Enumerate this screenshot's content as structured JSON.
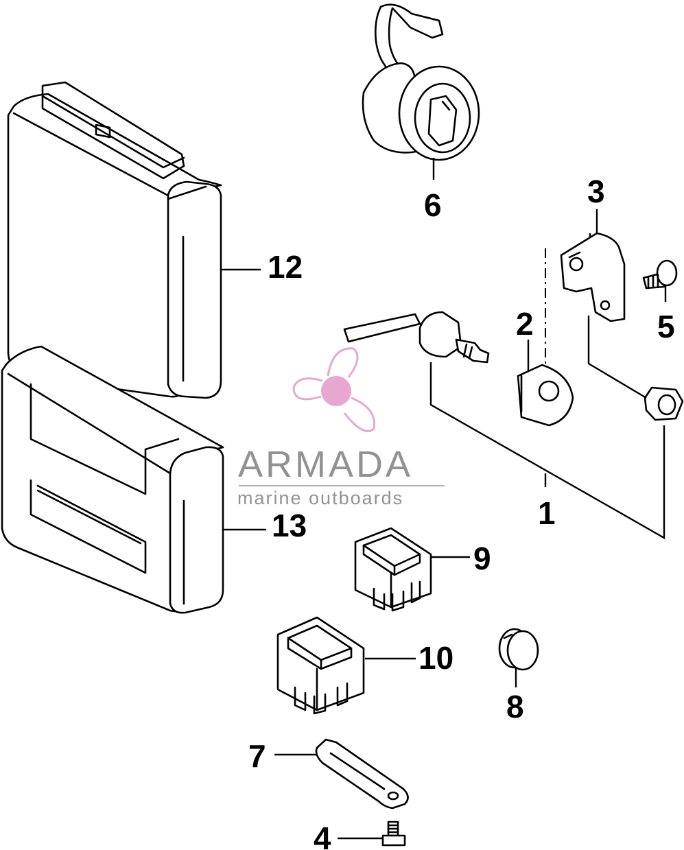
{
  "callouts": {
    "p1": "1",
    "p2": "2",
    "p3": "3",
    "p4": "4",
    "p5": "5",
    "p6": "6",
    "p7": "7",
    "p8": "8",
    "p9": "9",
    "p10": "10",
    "p12": "12",
    "p13": "13"
  },
  "watermark": {
    "brand": "ARMADA",
    "tagline": "marine outboards",
    "logo_color": "#e7a3cf",
    "text_color": "#8d8d8d"
  },
  "icons": {
    "logo": "propeller-logo-icon"
  }
}
